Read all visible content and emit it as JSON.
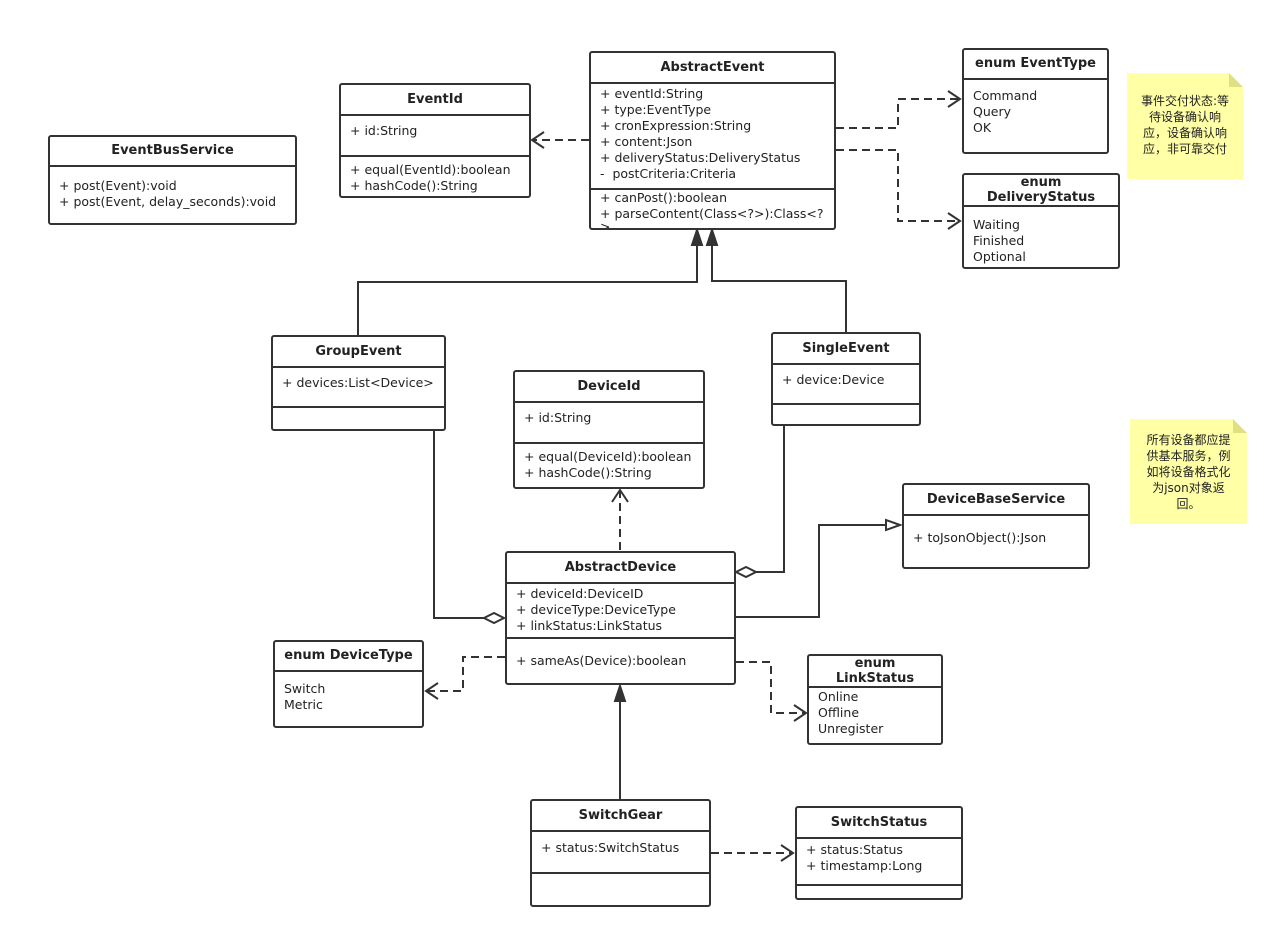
{
  "classes": {
    "abstract_event": {
      "name": "AbstractEvent",
      "attributes": [
        "+ eventId:String",
        "+ type:EventType",
        "+ cronExpression:String",
        "+ content:Json",
        "+ deliveryStatus:DeliveryStatus",
        "-  postCriteria:Criteria"
      ],
      "methods": [
        "+ canPost():boolean",
        "+ parseContent(Class<?>):Class<?",
        ">"
      ]
    },
    "event_id": {
      "name": "EventId",
      "attributes": [
        "+ id:String"
      ],
      "methods": [
        "+ equal(EventId):boolean",
        "+ hashCode():String"
      ]
    },
    "event_bus_service": {
      "name": "EventBusService",
      "methods": [
        "+ post(Event):void",
        "+ post(Event, delay_seconds):void"
      ]
    },
    "group_event": {
      "name": "GroupEvent",
      "attributes": [
        "+ devices:List<Device>"
      ]
    },
    "single_event": {
      "name": "SingleEvent",
      "attributes": [
        "+ device:Device"
      ]
    },
    "device_id": {
      "name": "DeviceId",
      "attributes": [
        "+ id:String"
      ],
      "methods": [
        "+ equal(DeviceId):boolean",
        "+ hashCode():String"
      ]
    },
    "device_base_service": {
      "name": "DeviceBaseService",
      "methods": [
        "+ toJsonObject():Json"
      ]
    },
    "abstract_device": {
      "name": "AbstractDevice",
      "attributes": [
        "+ deviceId:DeviceID",
        "+ deviceType:DeviceType",
        "+ linkStatus:LinkStatus"
      ],
      "methods": [
        "+ sameAs(Device):boolean"
      ]
    },
    "switch_gear": {
      "name": "SwitchGear",
      "attributes": [
        "+ status:SwitchStatus"
      ]
    },
    "switch_status": {
      "name": "SwitchStatus",
      "attributes": [
        "+ status:Status",
        "+ timestamp:Long"
      ]
    }
  },
  "enums": {
    "event_type": {
      "name": "enum EventType",
      "values": [
        "Command",
        "Query",
        "OK"
      ]
    },
    "delivery_status": {
      "name_line1": "enum",
      "name_line2": "DeliveryStatus",
      "values": [
        "Waiting",
        "Finished",
        "Optional"
      ]
    },
    "device_type": {
      "name": "enum DeviceType",
      "values": [
        "Switch",
        "Metric"
      ]
    },
    "link_status": {
      "name_line1": "enum",
      "name_line2": "LinkStatus",
      "values": [
        "Online",
        "Offline",
        "Unregister"
      ]
    }
  },
  "notes": {
    "delivery_note": [
      "事件交付状态:等",
      "待设备确认响",
      "应，设备确认响",
      "应，非可靠交付"
    ],
    "device_note": [
      "所有设备都应提",
      "供基本服务，例",
      "如将设备格式化",
      "为json对象返",
      "回。"
    ]
  },
  "colors": {
    "line": "#333333",
    "note_fill": "#ffffa6",
    "background": "#ffffff"
  }
}
